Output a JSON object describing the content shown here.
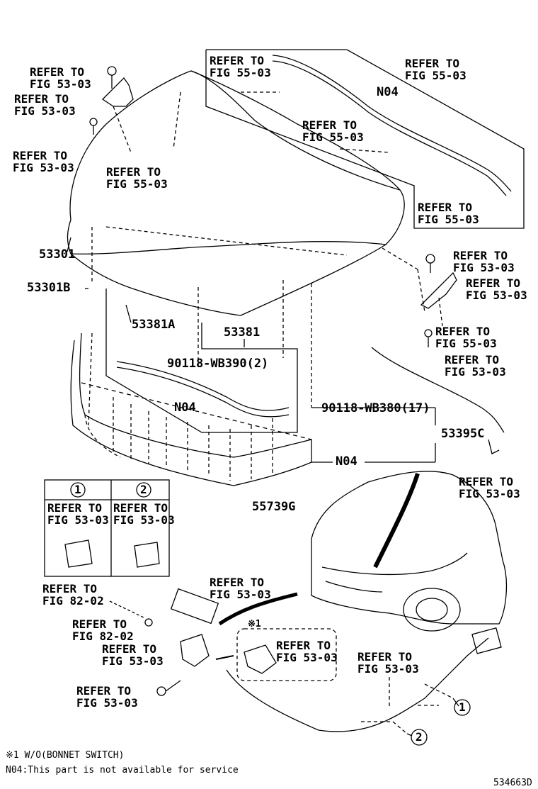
{
  "part_numbers": {
    "p53301": "53301",
    "p53301B": "53301B",
    "p53381A": "53381A",
    "p53381": "53381",
    "p90118_390": "90118-WB390(2)",
    "p90118_380": "90118-WB380(17)",
    "p53395C": "53395C",
    "p55739G": "55739G",
    "n04": "N04"
  },
  "refs": {
    "fig_53_03": "REFER TO\nFIG 53-03",
    "fig_55_03": "REFER TO\nFIG 55-03",
    "fig_82_02": "REFER TO\nFIG 82-02"
  },
  "inset": {
    "col1_marker": "1",
    "col2_marker": "2",
    "col1_ref": "REFER TO\nFIG 53-03",
    "col2_ref": "REFER TO\nFIG 53-03"
  },
  "callouts": {
    "c1": "1",
    "c2": "2",
    "switch_mark": "※1"
  },
  "footer": {
    "note1": "※1 W/O(BONNET SWITCH)",
    "note2": "N04:This part is not available for service",
    "diagram_id": "534663D"
  }
}
